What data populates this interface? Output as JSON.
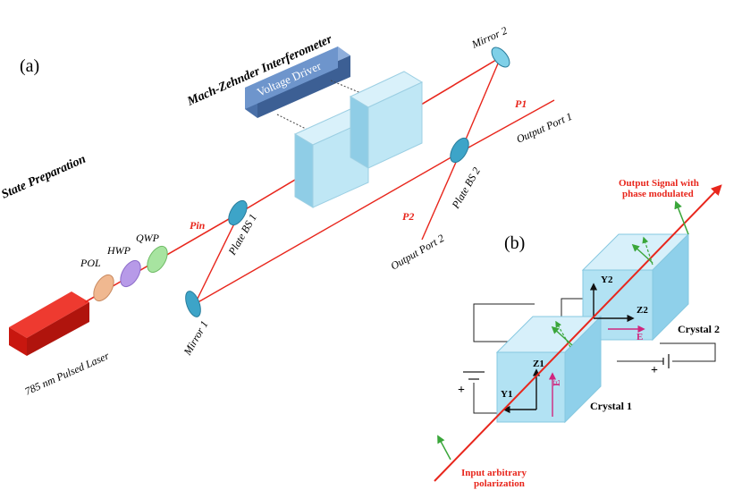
{
  "panel_a": {
    "label": "(a)",
    "section_state": "State Preparation",
    "section_mzi": "Mach-Zehnder Interferometer",
    "voltage_driver": "Voltage Driver",
    "laser": "785 nm Pulsed Laser",
    "pol": "POL",
    "hwp": "HWP",
    "qwp": "QWP",
    "p_in": "Pin",
    "plate_bs1": "Plate BS 1",
    "plate_bs2": "Plate BS 2",
    "mirror1": "Mirror 1",
    "mirror2": "Mirror 2",
    "p1": "P1",
    "p2": "P2",
    "output_port1": "Output Port 1",
    "output_port2": "Output Port 2"
  },
  "panel_b": {
    "label": "(b)",
    "output_signal_line1": "Output Signal with",
    "output_signal_line2": "phase modulated",
    "input_line1": "Input arbitrary",
    "input_line2": "polarization",
    "crystal1": "Crystal 1",
    "crystal2": "Crystal 2",
    "y1": "Y1",
    "z1": "Z1",
    "y2": "Y2",
    "z2": "Z2",
    "e1": "E",
    "e2": "E",
    "plus1": "+",
    "plus2": "+"
  },
  "colors": {
    "beam": "#e8261c",
    "laser": "#d51a12",
    "cube": "#a9dcef",
    "driver": "#5d86c2",
    "field": "#d0267e",
    "green_arrow": "#3aa63a"
  }
}
